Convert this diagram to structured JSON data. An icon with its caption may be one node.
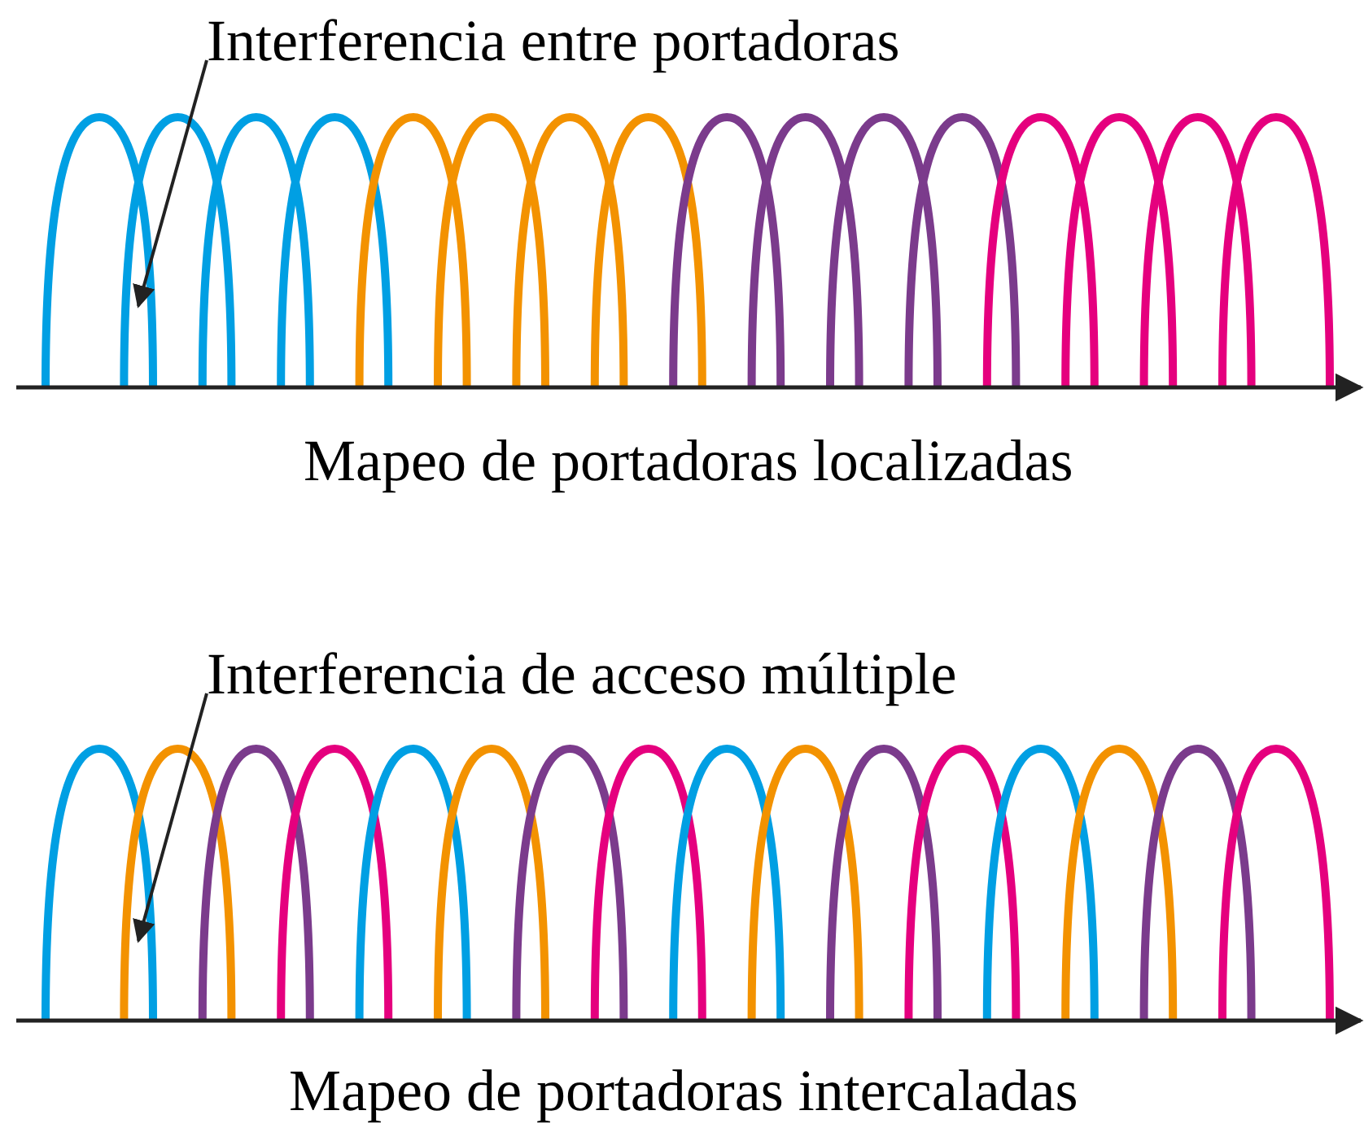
{
  "diagram": {
    "nodes": [
      {
        "text": [
          "Interferencia entre portadoras"
        ]
      },
      {
        "text": [
          "Interferencia de acceso múltiple"
        ]
      }
    ],
    "edges": [
      {
        "from": 0,
        "to": null,
        "arrow": "to"
      },
      {
        "from": 1,
        "to": null,
        "arrow": "to"
      }
    ],
    "labels": [
      "Mapeo de portadoras localizadas",
      "Mapeo de portadoras intercaladas"
    ]
  }
}
